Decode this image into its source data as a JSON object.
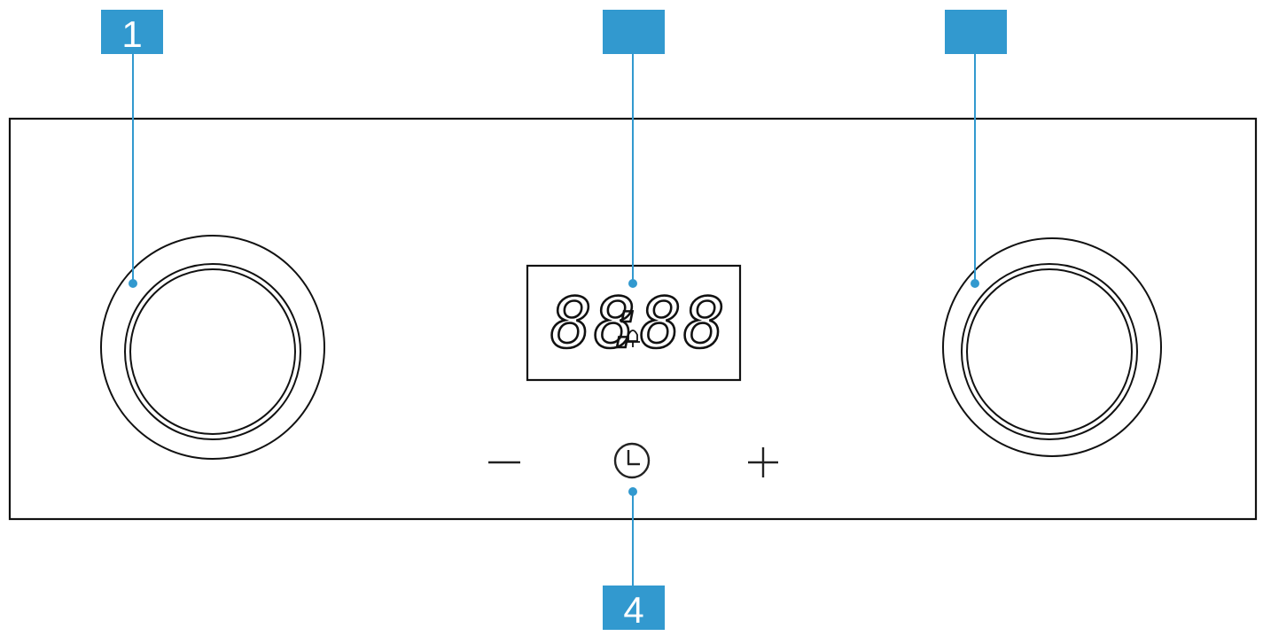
{
  "colors": {
    "callout": "#3299cf",
    "outline": "#111111",
    "background": "#ffffff"
  },
  "callouts": [
    {
      "id": "knob-left",
      "label": "1"
    },
    {
      "id": "display",
      "label": ""
    },
    {
      "id": "knob-right",
      "label": ""
    },
    {
      "id": "clock-button",
      "label": "4"
    }
  ],
  "panel": {
    "display": {
      "left_digits": "88",
      "separator": ":",
      "right_digits": "88",
      "alarm_icon": "bell-icon"
    },
    "controls": {
      "minus_label": "−",
      "plus_label": "+",
      "clock_icon": "clock-icon"
    },
    "knobs": [
      "knob-left",
      "knob-right"
    ]
  }
}
